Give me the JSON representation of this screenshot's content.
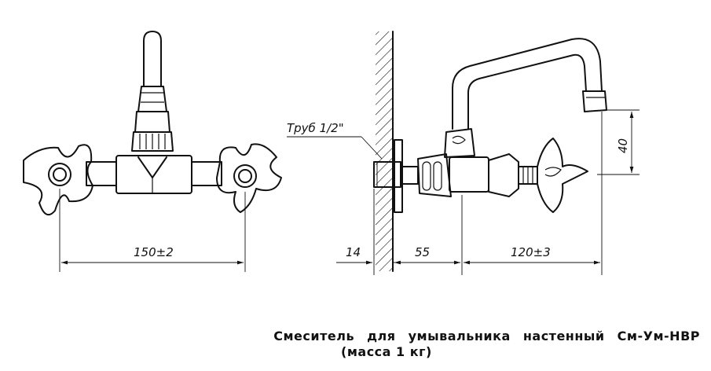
{
  "labels": {
    "pipe": "Труб 1/2\"",
    "width_total": "150±2",
    "wall_thickness": "14",
    "offset": "55",
    "reach": "120±3",
    "height": "40"
  },
  "caption": {
    "line1": "Смеситель для умывальника настенный См-Ум-НВР",
    "line2": "(масса 1 кг)"
  }
}
